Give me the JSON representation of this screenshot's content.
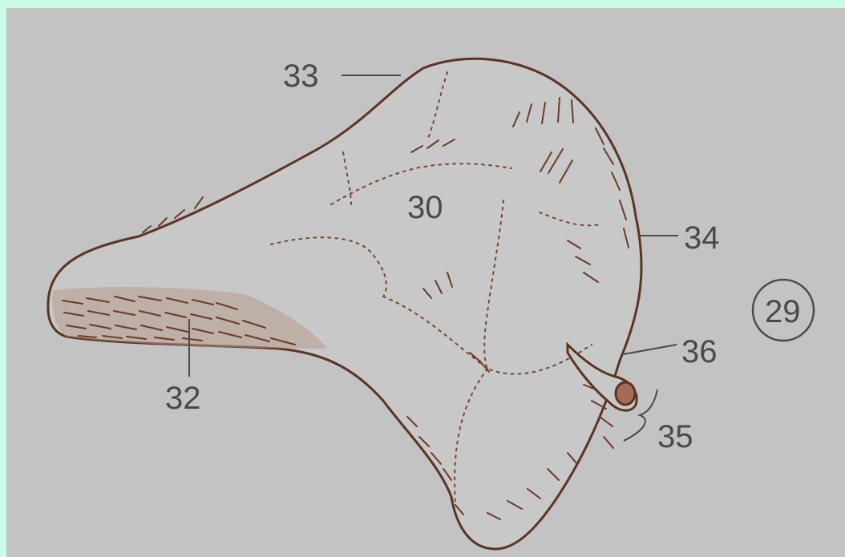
{
  "labels": {
    "l30": "30",
    "l32": "32",
    "l33": "33",
    "l34": "34",
    "l35": "35",
    "l36": "36",
    "l29": "29"
  },
  "colors": {
    "page_background": "#c8fce6",
    "drawing_background": "#c3c3c3",
    "ink": "#5b3422",
    "label_text": "#4a4a4a"
  }
}
